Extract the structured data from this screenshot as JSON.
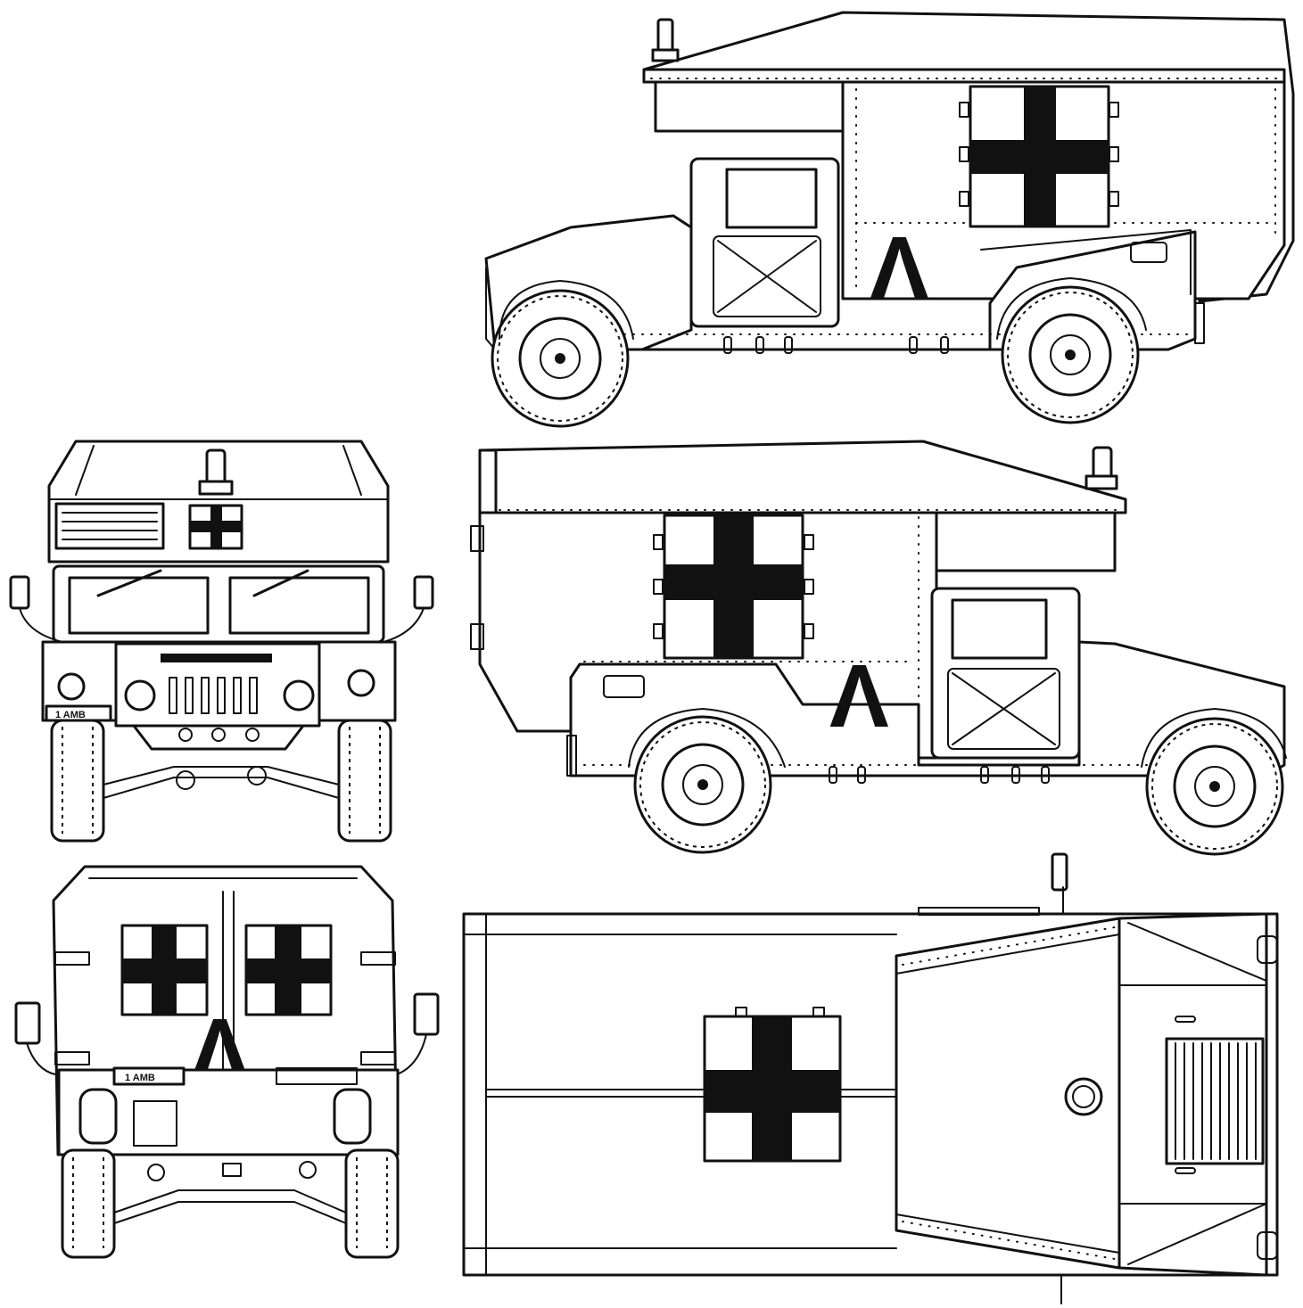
{
  "views": {
    "side_right": {
      "marking": "Λ"
    },
    "side_left": {
      "marking": "Λ"
    },
    "front": {
      "bumper_plate": "1 AMB"
    },
    "rear": {
      "bumper_plate": "1 AMB",
      "marking": "Λ"
    },
    "top": {}
  },
  "colors": {
    "line": "#111111",
    "background": "#ffffff",
    "cross": "#111111"
  }
}
